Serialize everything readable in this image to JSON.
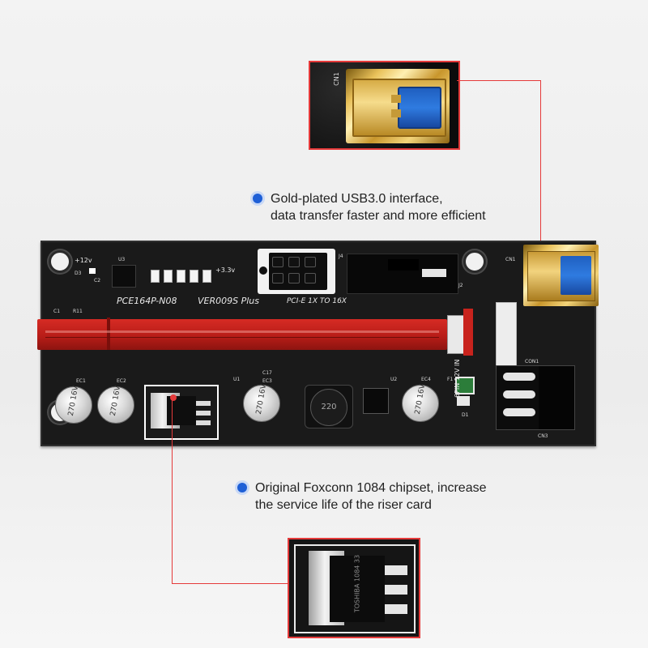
{
  "features": [
    {
      "line1": "Gold-plated USB3.0 interface,",
      "line2": "data transfer faster and more efficient"
    },
    {
      "line1": "Original Foxconn 1084 chipset, increase",
      "line2": "the service life of the riser card"
    }
  ],
  "board": {
    "model_left": "PCE164P-N08",
    "model_mid": "VER009S Plus",
    "model_right": "PCI-E 1X TO 16X",
    "power_label": "6PIN 12V IN",
    "v12": "+12v",
    "v33": "+3.3v",
    "cap_ec1": "270 16V",
    "cap_ec2": "270 16V",
    "cap_ec3": "270 16V",
    "cap_ec4": "270 16V",
    "inductor": "220",
    "refs": {
      "u3": "U3",
      "j4": "J4",
      "j2": "J2",
      "cn1": "CN1",
      "ec1": "EC1",
      "ec2": "EC2",
      "ec3": "EC3",
      "ec4": "EC4",
      "u1": "U1",
      "u2": "U2",
      "f1": "F1",
      "con1": "CON1",
      "cn3": "CN3",
      "d1": "D1",
      "c17": "C17",
      "c1": "C1",
      "r11": "R11",
      "d3": "D3",
      "c2": "C2"
    },
    "zoom_chip_text": "TOSHIBA 1084 33"
  },
  "colors": {
    "accent_dot": "#1e5fd6",
    "callout_line": "#e53a3a",
    "pcie_red": "#c8231d",
    "board": "#1b1b1b"
  }
}
